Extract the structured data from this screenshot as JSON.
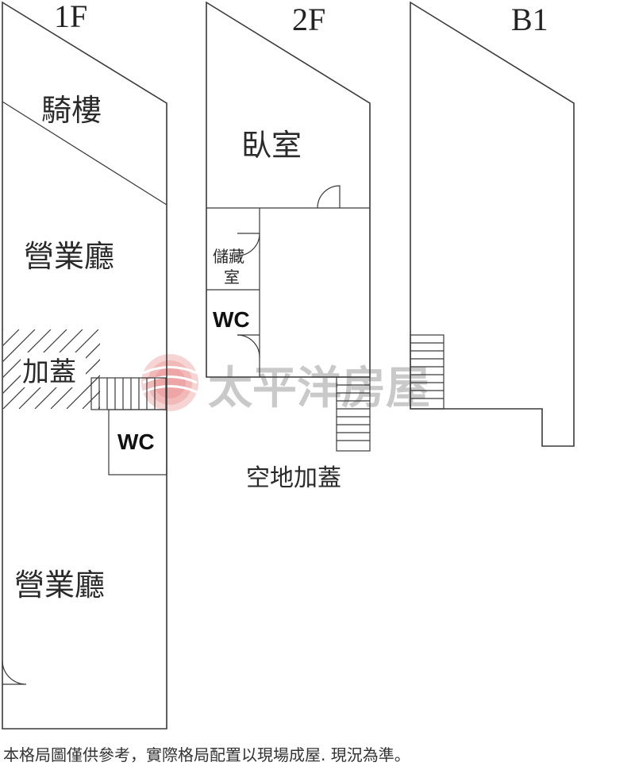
{
  "floors": {
    "f1": {
      "label": "1F",
      "rooms": {
        "arcade": "騎樓",
        "hall_upper": "營業廳",
        "extension": "加蓋",
        "wc": "WC",
        "hall_lower": "營業廳"
      }
    },
    "f2": {
      "label": "2F",
      "rooms": {
        "bedroom": "臥室",
        "storage_line1": "儲藏",
        "storage_line2": "室",
        "wc": "WC"
      },
      "outside": "空地加蓋"
    },
    "b1": {
      "label": "B1"
    }
  },
  "watermark": "太平洋房屋",
  "disclaimer": "本格局圖僅供參考，實際格局配置以現場成屋. 現況為準。"
}
